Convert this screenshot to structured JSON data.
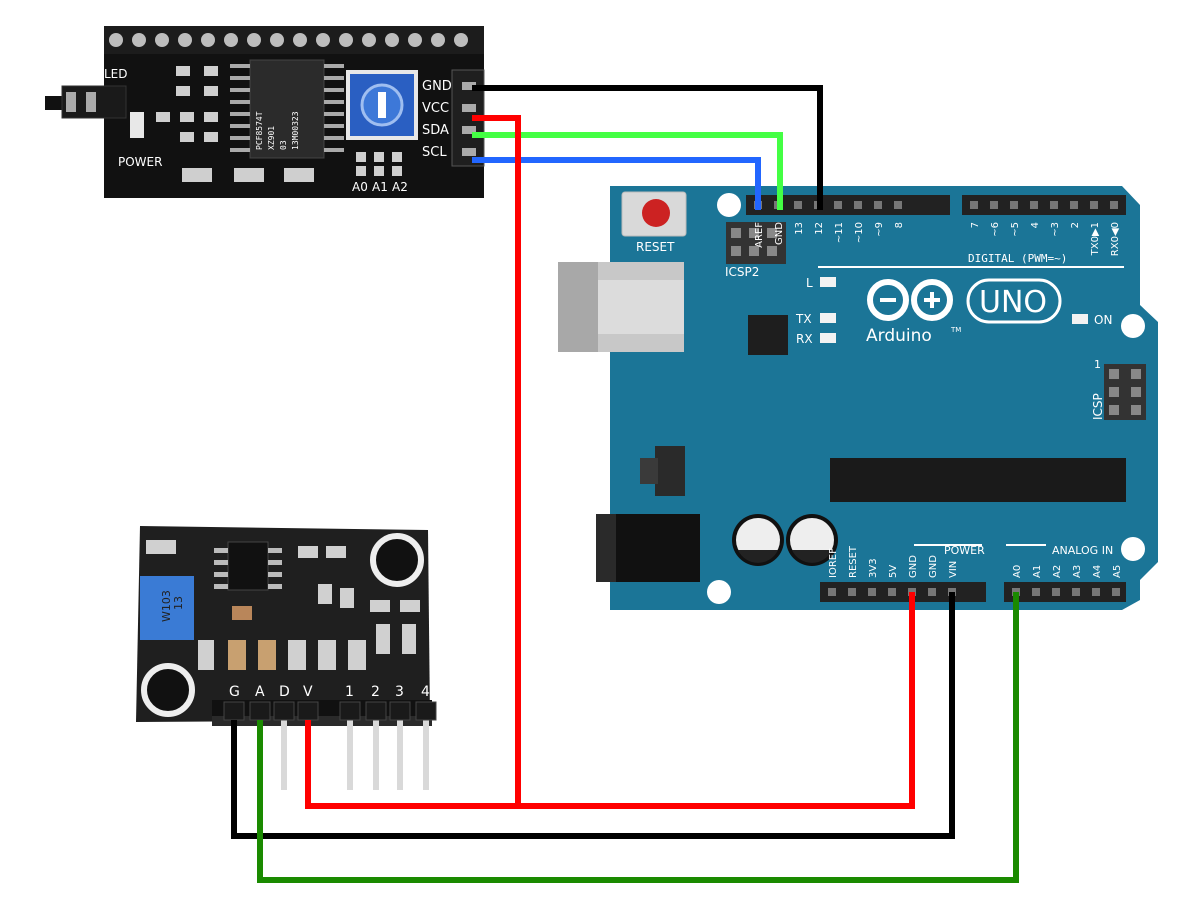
{
  "i2c_module": {
    "pin_labels": [
      "GND",
      "VCC",
      "SDA",
      "SCL"
    ],
    "led_label": "LED",
    "power_label": "POWER",
    "addr_labels": [
      "A0",
      "A1",
      "A2"
    ],
    "chip_text": [
      "PCF8574T",
      "XZ901",
      "03",
      "13M00323"
    ]
  },
  "arduino": {
    "reset_label": "RESET",
    "icsp2_label": "ICSP2",
    "icsp_label": "ICSP",
    "icsp_pin1": "1",
    "digital_label": "DIGITAL (PWM=~)",
    "l_label": "L",
    "tx_label": "TX",
    "rx_label": "RX",
    "on_label": "ON",
    "brand": "Arduino",
    "tm": "TM",
    "model": "UNO",
    "power_label": "POWER",
    "analog_label": "ANALOG IN",
    "top_pins_left": [
      "AREF",
      "GND",
      "13",
      "12",
      "~11",
      "~10",
      "~9",
      "8"
    ],
    "top_pins_right": [
      "7",
      "~6",
      "~5",
      "4",
      "~3",
      "2",
      "TX0▶1",
      "RX0◀0"
    ],
    "power_pins": [
      "IOREF",
      "RESET",
      "3V3",
      "5V",
      "GND",
      "GND",
      "VIN"
    ],
    "analog_pins": [
      "A0",
      "A1",
      "A2",
      "A3",
      "A4",
      "A5"
    ]
  },
  "sensor_module": {
    "pin_labels": [
      "G",
      "A",
      "D",
      "V",
      "1",
      "2",
      "3",
      "4"
    ],
    "pot_text": [
      "W103",
      "13"
    ]
  },
  "wire_colors": {
    "black": "#000000",
    "red": "#ff0000",
    "green": "#44ff44",
    "blue": "#2266ff",
    "dark_green": "#1a8a00"
  },
  "board_color": "#1b7597"
}
